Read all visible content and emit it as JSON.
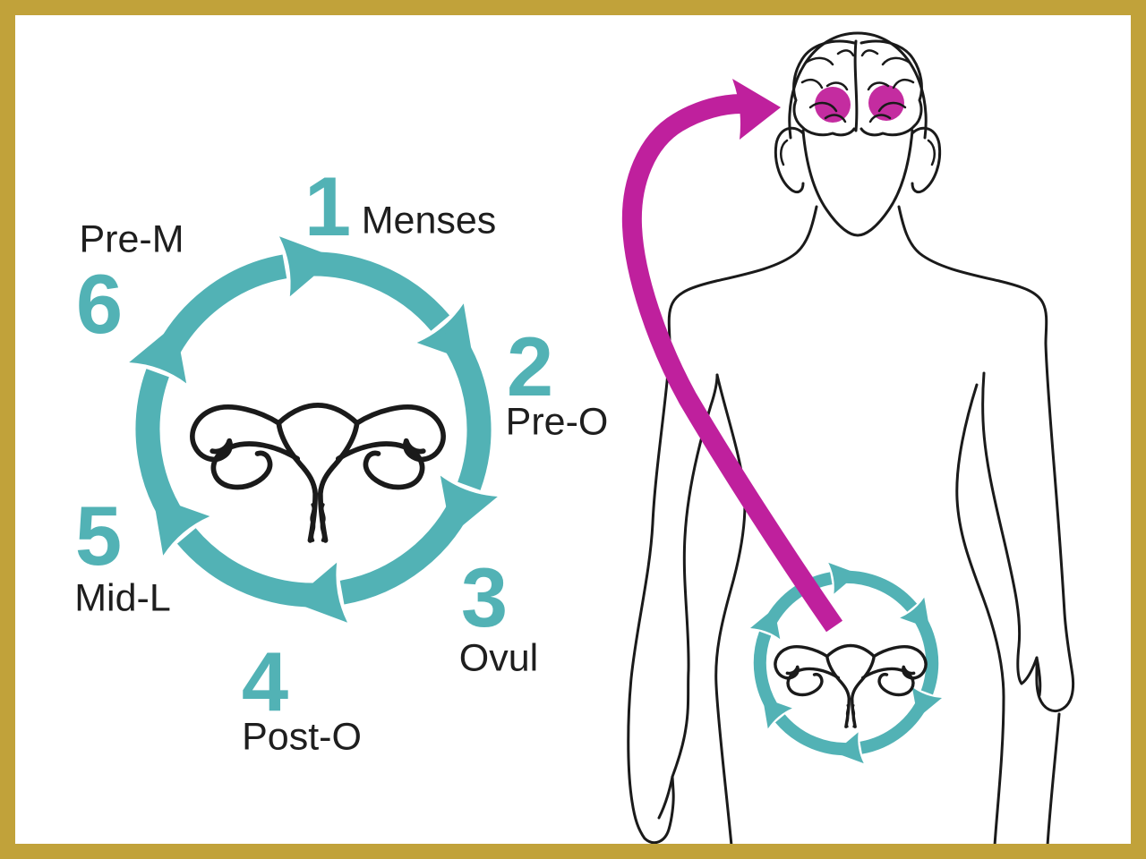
{
  "diagram": {
    "description_labels": {
      "phases": [
        {
          "number": "1",
          "label": "Menses"
        },
        {
          "number": "2",
          "label": "Pre-O"
        },
        {
          "number": "3",
          "label": "Ovul"
        },
        {
          "number": "4",
          "label": "Post-O"
        },
        {
          "number": "5",
          "label": "Mid-L"
        },
        {
          "number": "6",
          "label": "Pre-M"
        }
      ]
    },
    "illustrations": {
      "large_cycle": "circular-teal-arrow-cycle-with-uterus",
      "small_cycle": "circular-teal-arrow-cycle-in-pelvis",
      "uterus": "uterus-icon",
      "body": "female-body-outline",
      "brain": "brain-icon-with-highlighted-regions",
      "feedback_arrow": "uterus-to-brain-arrow"
    },
    "colors": {
      "teal": "#52B2B5",
      "magenta_arrow": "#BF209D",
      "magenta_brain_highlight": "#C42CA0",
      "border_gold": "#C1A23A",
      "line_black": "#1A1A1A",
      "background": "#FFFFFF"
    }
  }
}
